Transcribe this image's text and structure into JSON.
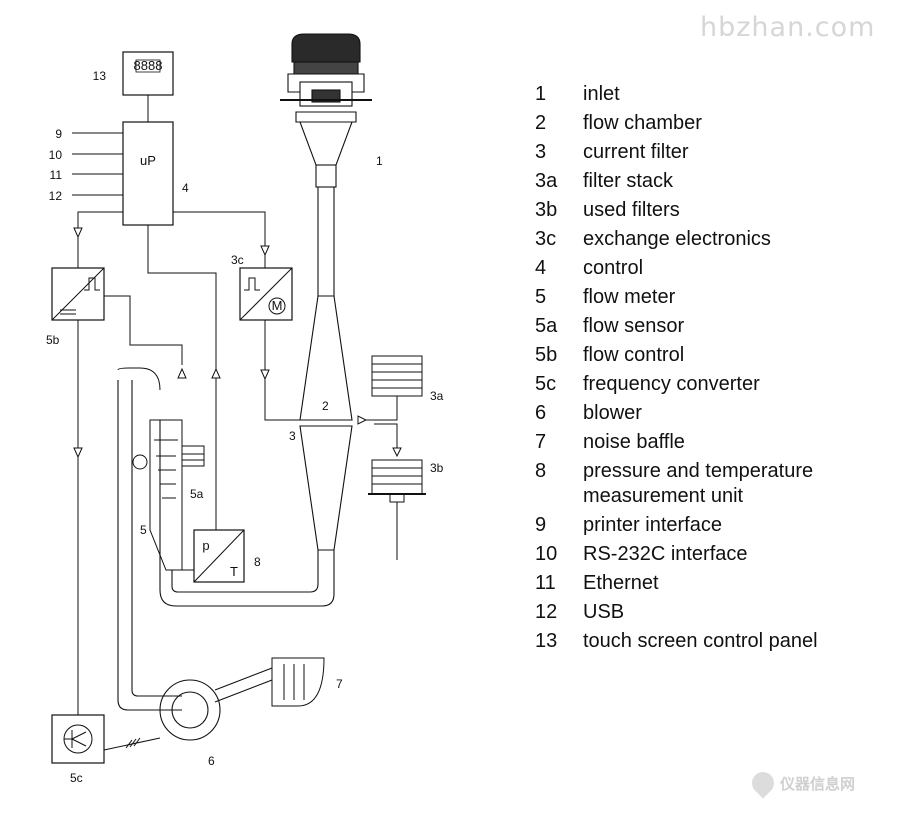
{
  "watermark": "hbzhan.com",
  "footer_logo": "仪器信息网",
  "panel_glyph": "8888",
  "legend": [
    {
      "key": "1",
      "text": "inlet"
    },
    {
      "key": "2",
      "text": "flow chamber"
    },
    {
      "key": "3",
      "text": "current filter"
    },
    {
      "key": "3a",
      "text": "filter stack"
    },
    {
      "key": "3b",
      "text": "used filters"
    },
    {
      "key": "3c",
      "text": "exchange electronics"
    },
    {
      "key": "4",
      "text": "control"
    },
    {
      "key": "5",
      "text": "flow meter"
    },
    {
      "key": "5a",
      "text": "flow sensor"
    },
    {
      "key": "5b",
      "text": "flow control"
    },
    {
      "key": "5c",
      "text": "frequency converter"
    },
    {
      "key": "6",
      "text": "blower"
    },
    {
      "key": "7",
      "text": "noise baffle"
    },
    {
      "key": "8",
      "text": "pressure and temperature measurement unit"
    },
    {
      "key": "9",
      "text": "printer interface"
    },
    {
      "key": "10",
      "text": "RS-232C interface"
    },
    {
      "key": "11",
      "text": "Ethernet"
    },
    {
      "key": "12",
      "text": "USB"
    },
    {
      "key": "13",
      "text": "touch screen control panel"
    }
  ],
  "diagram": {
    "label_13": "13",
    "label_9": "9",
    "label_10": "10",
    "label_11": "11",
    "label_12": "12",
    "label_4": "4",
    "label_1": "1",
    "label_2": "2",
    "label_3": "3",
    "label_3a": "3a",
    "label_3b": "3b",
    "label_3c": "3c",
    "label_5": "5",
    "label_5a": "5a",
    "label_5b": "5b",
    "label_5c": "5c",
    "label_6": "6",
    "label_7": "7",
    "label_8": "8",
    "up_text": "uP",
    "p_text": "p",
    "t_text": "T",
    "m_text": "M"
  }
}
